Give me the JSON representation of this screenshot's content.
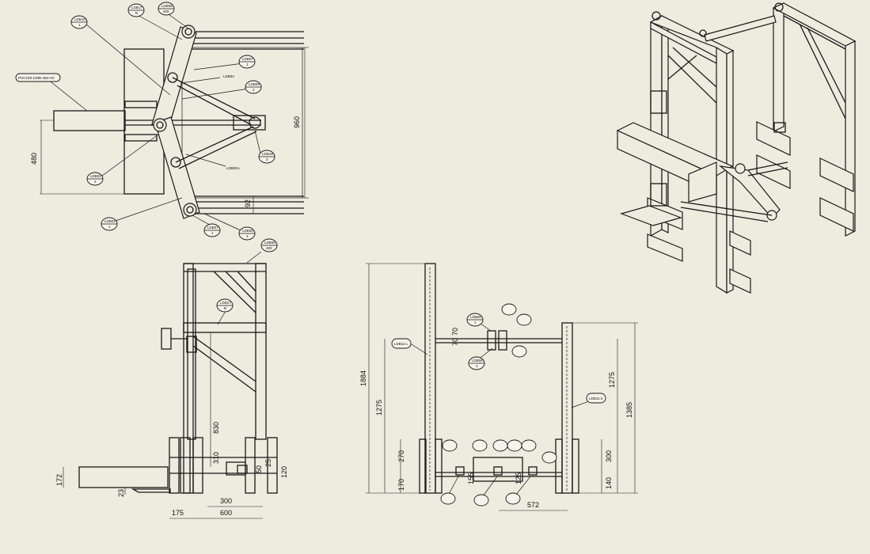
{
  "drawing": {
    "views": [
      "top-view",
      "front-view",
      "side-view",
      "isometric-view"
    ]
  },
  "dimensions": {
    "top_height": "480",
    "top_right": "960",
    "top_small": "92",
    "front_h1": "830",
    "front_h2": "310",
    "front_h3": "172",
    "front_h4": "23",
    "front_h5": "50",
    "front_h6": "120",
    "front_h7": "25",
    "front_w1": "300",
    "front_w2": "175",
    "front_w3": "600",
    "side_total": "1884",
    "side_left_upper": "1275",
    "side_left_mid": "270",
    "side_left_low": "170",
    "side_top_a": "70",
    "side_top_b": "70",
    "side_right_a": "1275",
    "side_right_b": "1385",
    "side_right_c": "300",
    "side_right_d": "140",
    "side_bottom": "572",
    "side_mid_a": "155",
    "side_mid_b": "125"
  },
  "balloons": [
    {
      "id": "b1",
      "top": "LDB10",
      "bottom": "1"
    },
    {
      "id": "b2",
      "top": "LDB17",
      "bottom": "B"
    },
    {
      "id": "b3",
      "top": "LDB08",
      "bottom": "400"
    },
    {
      "id": "b4",
      "top": "LDB07",
      "bottom": "1"
    },
    {
      "id": "b5",
      "top": "LDB09",
      "bottom": "2"
    },
    {
      "id": "b6",
      "top": "LDB02",
      "bottom": "2"
    },
    {
      "id": "b7",
      "top": "LDB18",
      "bottom": "3"
    },
    {
      "id": "b8",
      "top": "LDB04",
      "bottom": "1"
    },
    {
      "id": "b9",
      "top": "LDB07",
      "bottom": "1"
    },
    {
      "id": "b10",
      "top": "LDB05",
      "bottom": "2"
    },
    {
      "id": "b11",
      "top": "LDB06",
      "bottom": "400"
    },
    {
      "id": "b12",
      "top": "LDB17",
      "bottom": "B"
    },
    {
      "id": "b13",
      "top": "LDB05",
      "bottom": "1"
    },
    {
      "id": "b14",
      "top": "LDB08",
      "bottom": "1"
    }
  ],
  "labels": {
    "cylinder_label": "PHC100-100B-450-HC",
    "top_note_1": "LDB04",
    "top_note_2": "LDB05-L",
    "side_label_left": "LDB11-L",
    "side_label_right": "LDB11-2"
  }
}
